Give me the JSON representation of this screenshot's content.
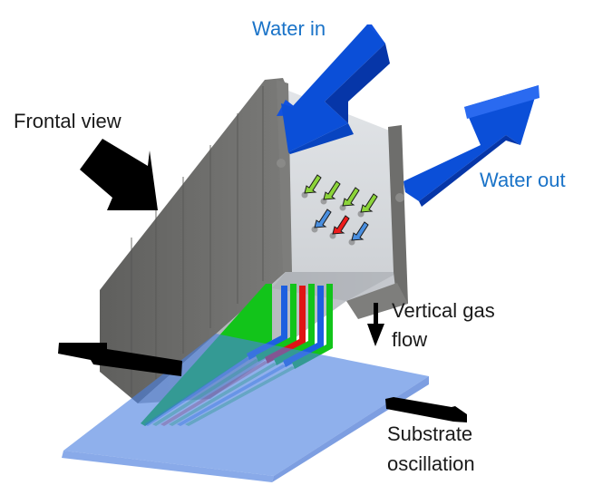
{
  "diagram": {
    "title": "Spatial ALD reactor head with water-cooled body, gas nozzle slats and oscillating substrate",
    "labels": {
      "water_in": "Water in",
      "water_out": "Water out",
      "frontal_view": "Frontal view",
      "vertical_gas_flow_line1": "Vertical gas",
      "vertical_gas_flow_line2": "flow",
      "substrate_osc_line1": "Substrate",
      "substrate_osc_line2": "oscillation"
    },
    "colors": {
      "label_blue": "#1a73c8",
      "water_arrow": "#0b4fd8",
      "water_arrow_dark": "#0636a8",
      "block_dark": "#6e6e6c",
      "block_face": "#d9dce0",
      "block_underside": "#b9bcc2",
      "slat_green": "#12c41a",
      "slat_blue": "#1d5fe0",
      "slat_red": "#e01414",
      "substrate": "#4a7fe0",
      "small_arrow_green": "#8cd43a",
      "small_arrow_blue": "#4a8fe0",
      "small_arrow_red": "#ee1c1c",
      "black_arrow": "#000000"
    },
    "nozzle_slats_order": [
      "green",
      "blue",
      "green",
      "red",
      "green",
      "blue",
      "green"
    ],
    "face_arrows": {
      "top_row": [
        "green",
        "green",
        "green",
        "green"
      ],
      "bottom_row": [
        "blue",
        "red",
        "blue"
      ]
    }
  }
}
